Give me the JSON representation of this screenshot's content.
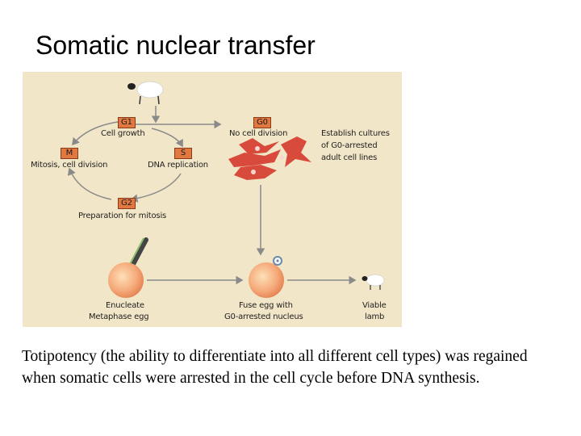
{
  "slide": {
    "title": "Somatic nuclear transfer",
    "caption": "Totipotency (the ability to differentiate into all different cell types) was regained when somatic cells were arrested in the cell cycle before DNA synthesis."
  },
  "diagram": {
    "phases": {
      "g1": "G1",
      "g0": "G0",
      "m": "M",
      "s": "S",
      "g2": "G2"
    },
    "labels": {
      "cell_growth": "Cell growth",
      "no_cell_division": "No cell division",
      "mitosis": "Mitosis, cell division",
      "dna_replication": "DNA replication",
      "preparation": "Preparation for mitosis",
      "establish_line1": "Establish cultures",
      "establish_line2": "of G0-arrested",
      "establish_line3": "adult cell lines",
      "enucleate_line1": "Enucleate",
      "enucleate_line2": "Metaphase    egg",
      "fuse_line1": "Fuse egg with",
      "fuse_line2": "G0-arrested nucleus",
      "viable_line1": "Viable",
      "viable_line2": "lamb"
    },
    "colors": {
      "background": "#f2e6c8",
      "phase_box": "#e07840",
      "cells": "#d84a3c",
      "egg": "#f29a6a",
      "arrow": "#8a8a8a"
    }
  }
}
